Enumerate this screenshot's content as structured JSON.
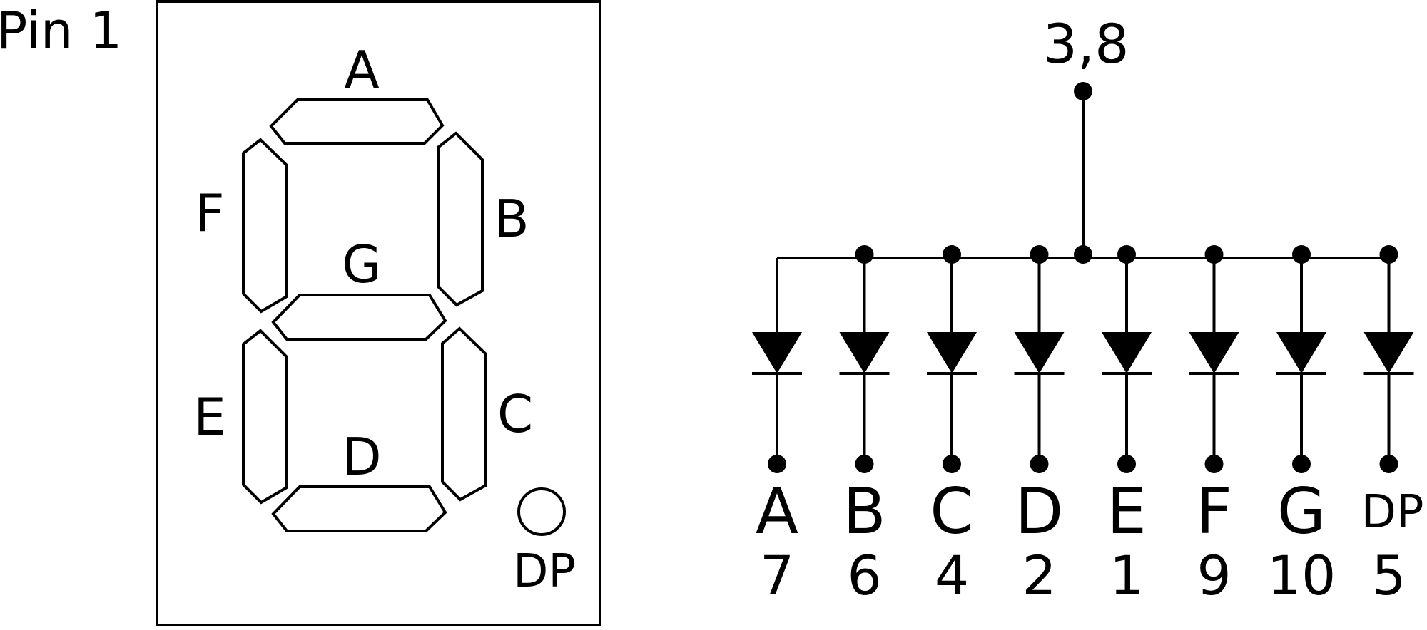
{
  "pin_label": "Pin 1",
  "segments": [
    {
      "id": "A",
      "label": "A"
    },
    {
      "id": "B",
      "label": "B"
    },
    {
      "id": "C",
      "label": "C"
    },
    {
      "id": "D",
      "label": "D"
    },
    {
      "id": "E",
      "label": "E"
    },
    {
      "id": "F",
      "label": "F"
    },
    {
      "id": "G",
      "label": "G"
    },
    {
      "id": "DP",
      "label": "DP"
    }
  ],
  "schematic": {
    "common_pins": "3,8",
    "diodes": [
      {
        "label": "A",
        "pin": "7"
      },
      {
        "label": "B",
        "pin": "6"
      },
      {
        "label": "C",
        "pin": "4"
      },
      {
        "label": "D",
        "pin": "2"
      },
      {
        "label": "E",
        "pin": "1"
      },
      {
        "label": "F",
        "pin": "9"
      },
      {
        "label": "G",
        "pin": "10"
      },
      {
        "label": "DP",
        "pin": "5"
      }
    ]
  }
}
